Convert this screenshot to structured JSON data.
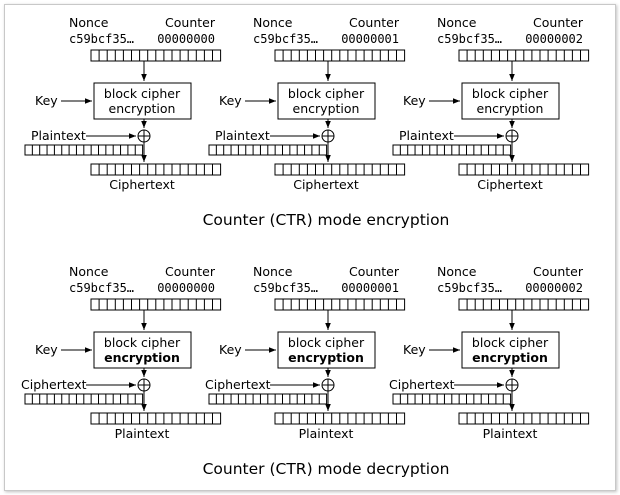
{
  "nonce_label": "Nonce",
  "counter_label": "Counter",
  "nonce_value": "c59bcf35…",
  "key_label": "Key",
  "cipher_line1": "block cipher",
  "cipher_line2": "encryption",
  "encryption": {
    "caption": "Counter (CTR) mode encryption",
    "input_label": "Plaintext",
    "output_label": "Ciphertext",
    "counters": [
      "00000000",
      "00000001",
      "00000002"
    ]
  },
  "decryption": {
    "caption": "Counter (CTR) mode decryption",
    "input_label": "Ciphertext",
    "output_label": "Plaintext",
    "counters": [
      "00000000",
      "00000001",
      "00000002"
    ]
  }
}
